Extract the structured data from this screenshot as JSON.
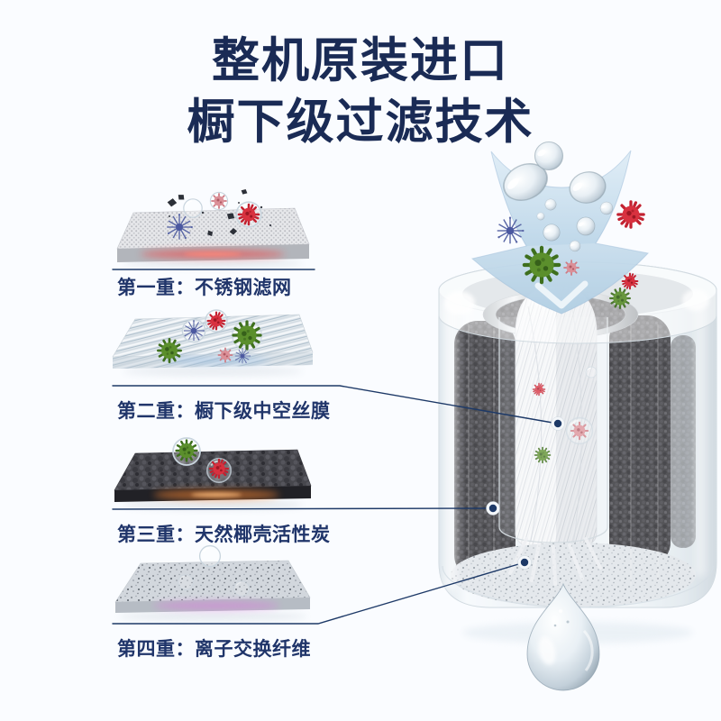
{
  "title": {
    "line1": "整机原装进口",
    "line2": "橱下级过滤技术"
  },
  "layers": [
    {
      "label": "第一重：不锈钢滤网",
      "art": "stainless-steel-mesh-sheet"
    },
    {
      "label": "第二重：橱下级中空丝膜",
      "art": "hollow-fiber-membrane-sheet"
    },
    {
      "label": "第三重：天然椰壳活性炭",
      "art": "activated-carbon-sheet"
    },
    {
      "label": "第四重：离子交换纤维",
      "art": "ion-exchange-fiber-sheet"
    }
  ],
  "illustration": {
    "right_art": "filter-cartridge-cutaway",
    "flow": "water-enters-top-arrow-and-exits-as-clean-drop-below"
  },
  "icons": {
    "red-virus-icon": "#d8313f",
    "green-virus-icon": "#5b8f2c",
    "blue-bacteria-icon": "#5a67a6",
    "pink-virus-icon": "#db9098",
    "water-drop-icon": "#dce8f0",
    "down-arrow-icon": "#a9cadf"
  },
  "colors": {
    "background": "#fafcff",
    "title_text": "#1a2b55",
    "label_text": "#20356a",
    "leader_line": "#1d3967",
    "glow_red": "#ff2e2e",
    "glow_orange": "#ff8830",
    "glow_pink": "#e070e0",
    "carbon_dark": "#26262b"
  }
}
